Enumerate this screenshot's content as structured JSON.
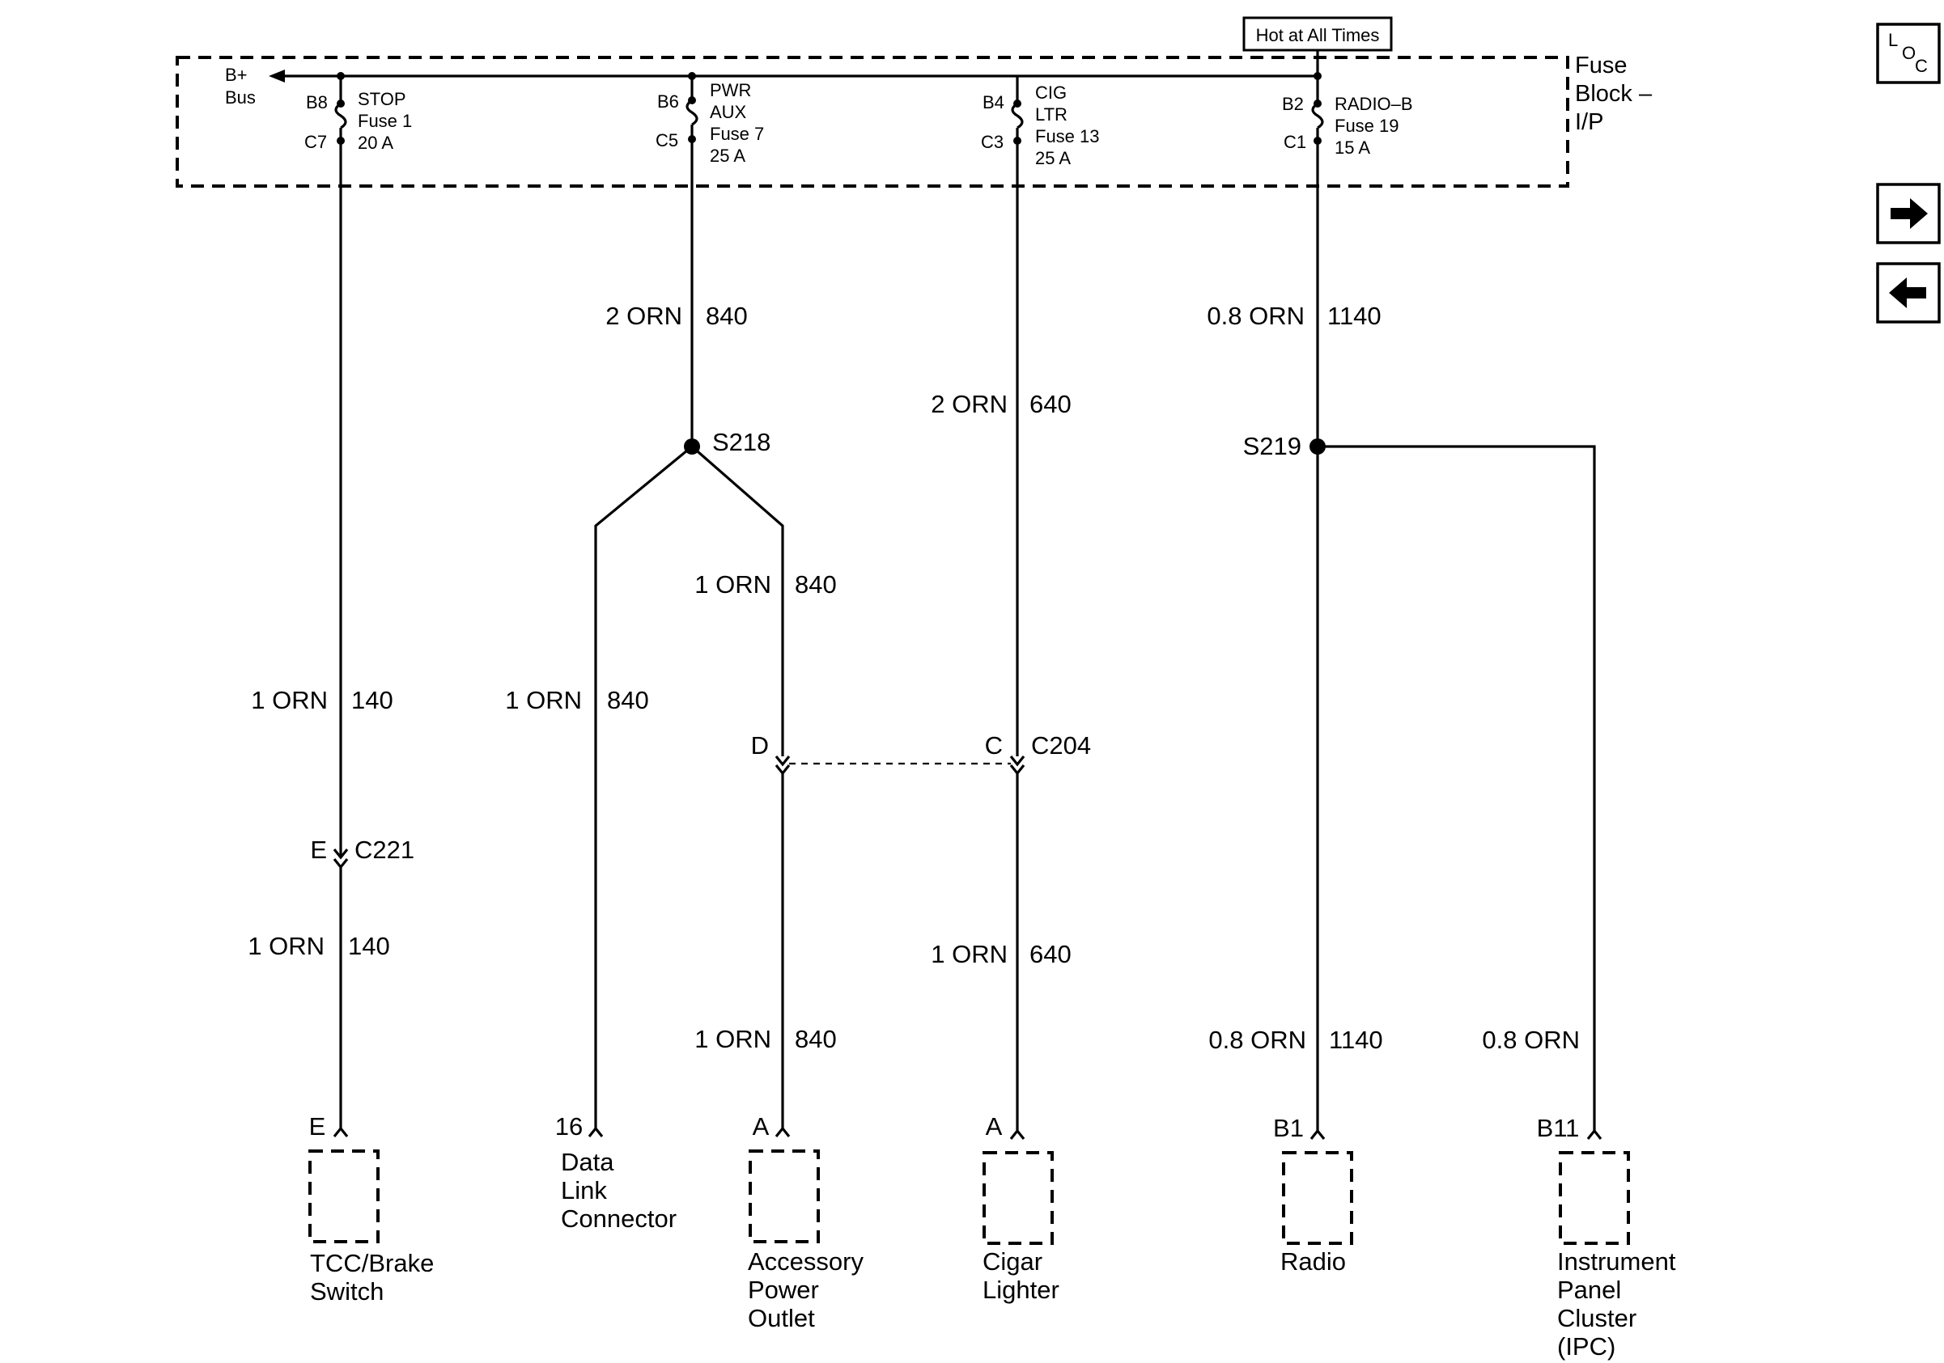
{
  "hot_label": "Hot at All Times",
  "fuse_block": {
    "title_line1": "Fuse",
    "title_line2": "Block –",
    "title_line3": "I/P",
    "bus_line1": "B+",
    "bus_line2": "Bus"
  },
  "fuses": [
    {
      "top_pin": "B8",
      "bottom_pin": "C7",
      "line1": "STOP",
      "line2": "Fuse 1",
      "line3": "20 A"
    },
    {
      "top_pin": "B6",
      "bottom_pin": "C5",
      "line1": "PWR",
      "line2": "AUX",
      "line3": "Fuse 7",
      "line4": "25 A"
    },
    {
      "top_pin": "B4",
      "bottom_pin": "C3",
      "line1": "CIG",
      "line2": "LTR",
      "line3": "Fuse 13",
      "line4": "25 A"
    },
    {
      "top_pin": "B2",
      "bottom_pin": "C1",
      "line1": "RADIO–B",
      "line2": "Fuse 19",
      "line3": "15 A"
    }
  ],
  "wires": {
    "w1_upper": {
      "size_color": "1 ORN",
      "circuit": "140"
    },
    "w1_lower": {
      "size_color": "1 ORN",
      "circuit": "140"
    },
    "w2_main": {
      "size_color": "2 ORN",
      "circuit": "840"
    },
    "w2_left": {
      "size_color": "1 ORN",
      "circuit": "840"
    },
    "w2_right_upper": {
      "size_color": "1 ORN",
      "circuit": "840"
    },
    "w2_right_lower": {
      "size_color": "1 ORN",
      "circuit": "840"
    },
    "w3_upper": {
      "size_color": "2 ORN",
      "circuit": "640"
    },
    "w3_lower": {
      "size_color": "1 ORN",
      "circuit": "640"
    },
    "w4_main": {
      "size_color": "0.8 ORN",
      "circuit": "1140"
    },
    "w4_radio": {
      "size_color": "0.8 ORN",
      "circuit": "1140"
    },
    "w4_ipc": {
      "size_color": "0.8 ORN"
    }
  },
  "splices": {
    "s218": "S218",
    "s219": "S219"
  },
  "connectors": {
    "c221": {
      "name": "C221",
      "pin": "E"
    },
    "c204": {
      "name": "C204",
      "pin_left": "D",
      "pin_right": "C"
    }
  },
  "components": [
    {
      "pin": "E",
      "name": [
        "TCC/Brake",
        "Switch"
      ]
    },
    {
      "pin": "16",
      "name": [
        "Data",
        "Link",
        "Connector"
      ]
    },
    {
      "pin": "A",
      "name": [
        "Accessory",
        "Power",
        "Outlet"
      ]
    },
    {
      "pin": "A",
      "name": [
        "Cigar",
        "Lighter"
      ]
    },
    {
      "pin": "B1",
      "name": [
        "Radio"
      ]
    },
    {
      "pin": "B11",
      "name": [
        "Instrument",
        "Panel",
        "Cluster",
        "(IPC)"
      ]
    }
  ],
  "nav_icons": {
    "loc": {
      "l": "L",
      "o": "O",
      "c": "C",
      "name": "loc-icon"
    },
    "next": "right-arrow-icon",
    "prev": "left-arrow-icon"
  }
}
